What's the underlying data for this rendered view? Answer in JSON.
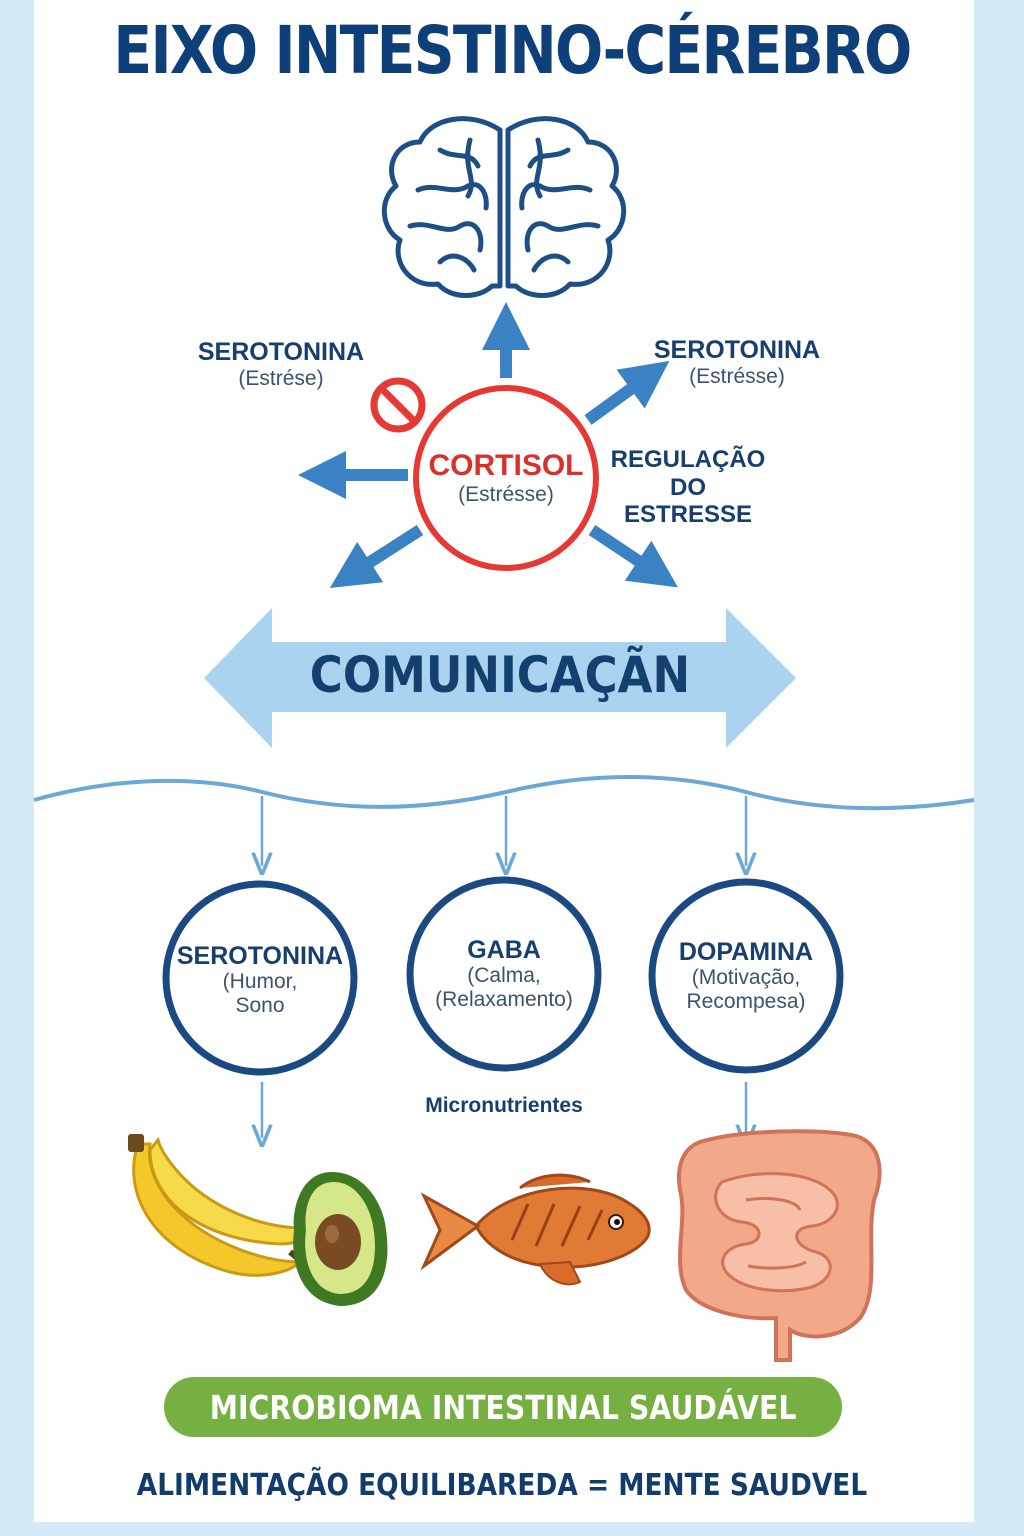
{
  "title": "EIXO INTESTINO-CÉREBRO",
  "top_left_label": {
    "title": "SEROTONINA",
    "subtitle": "(Estrése)"
  },
  "top_right_label": {
    "title": "SEROTONINA",
    "subtitle": "(Estrésse)"
  },
  "center_circle": {
    "title": "CORTISOL",
    "subtitle": "(Estrésse)"
  },
  "regulation_label": {
    "line1": "REGULAÇÃO",
    "line2": "DO ESTRESSE"
  },
  "communication_label": "COMUNICAÇÃN",
  "neurotransmitters": [
    {
      "title": "SEROTONINA",
      "line1": "(Humor,",
      "line2": "Sono"
    },
    {
      "title": "GABA",
      "line1": "(Calma,",
      "line2": "(Relaxamento)"
    },
    {
      "title": "DOPAMINA",
      "line1": "(Motivação,",
      "line2": "Recompesa)"
    }
  ],
  "micronutrients_label": "Micronutrientes",
  "microbiome_banner": "MICROBIOMA INTESTINAL SAUDÁVEL",
  "footer": "ALIMENTAÇÃO EQUILIBAREDA = MENTE SAUDVEL",
  "colors": {
    "navy": "#0f3f78",
    "arrow_blue": "#3b82c4",
    "light_blue": "#a9d3ef",
    "cortisol_red": "#e53935",
    "banner_green": "#76b043"
  },
  "icons": [
    "brain-icon",
    "no-symbol-icon",
    "banana-icon",
    "avocado-icon",
    "fish-icon",
    "intestine-icon"
  ]
}
